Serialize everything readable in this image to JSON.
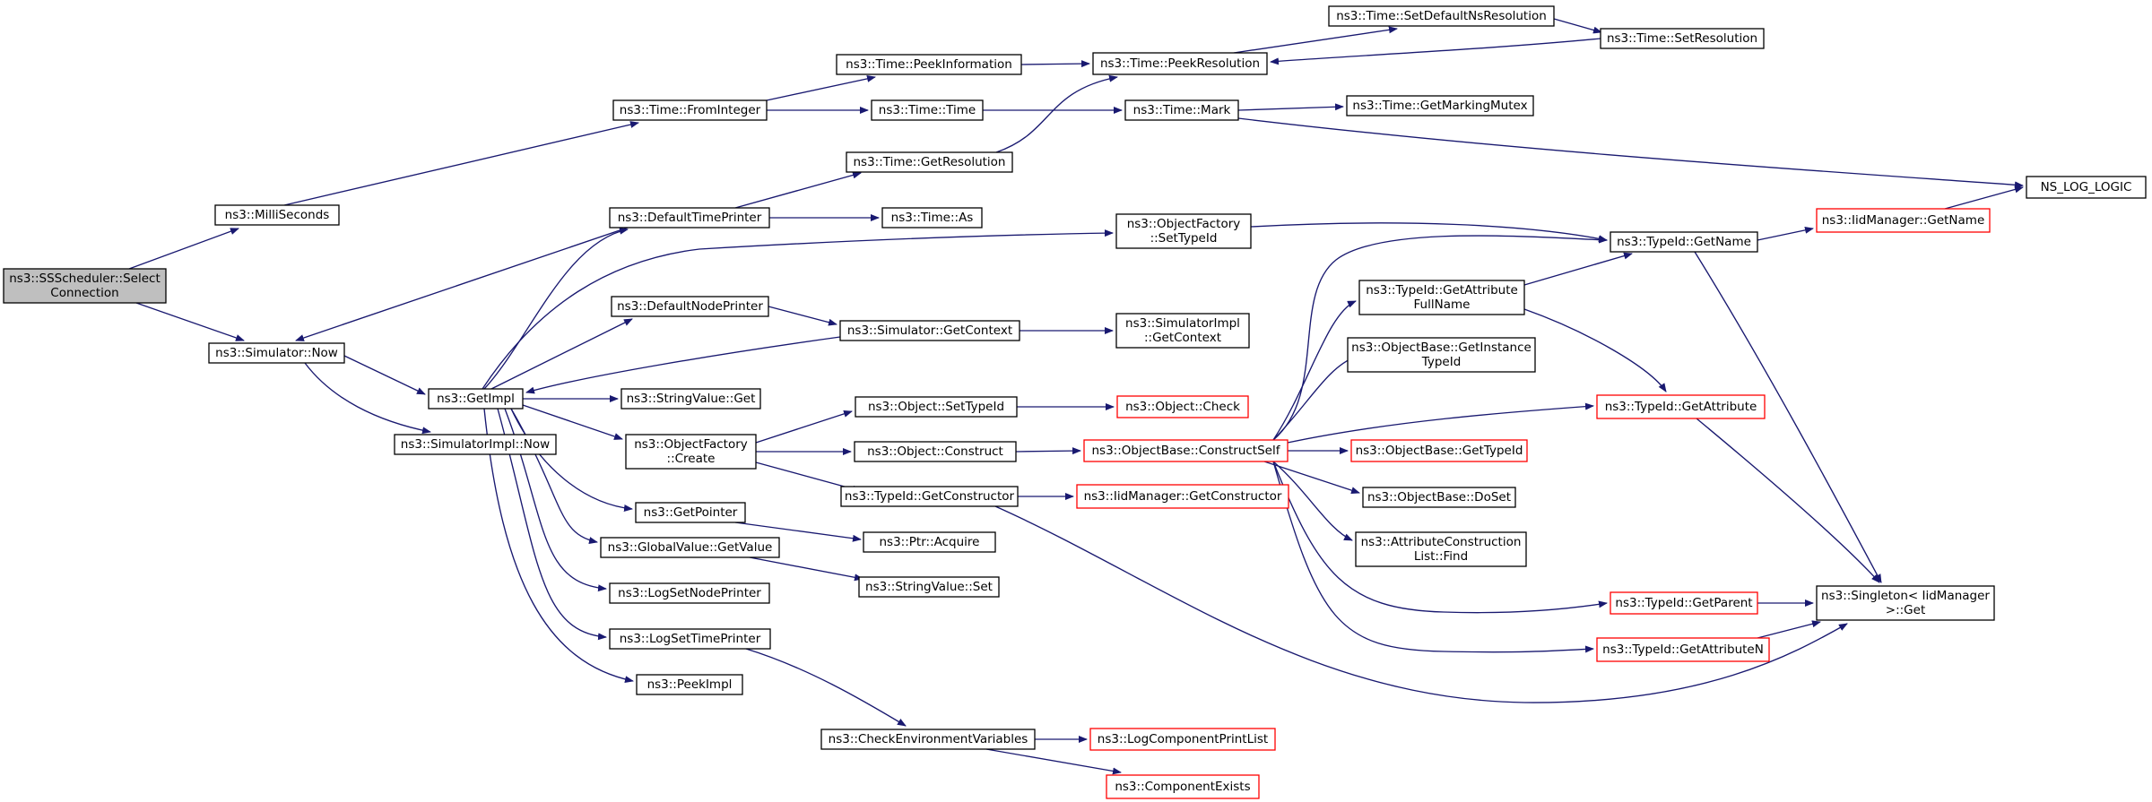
{
  "colors": {
    "edge": "#191970",
    "node_border": "#000000",
    "truncated_border": "#ff0000",
    "root_fill": "#bfbfbf",
    "node_fill": "#ffffff"
  },
  "nodes": {
    "root": {
      "lines": [
        "ns3::SSScheduler::Select",
        "Connection"
      ],
      "style": "root"
    },
    "milli": {
      "lines": [
        "ns3::MilliSeconds"
      ],
      "style": "normal"
    },
    "now": {
      "lines": [
        "ns3::Simulator::Now"
      ],
      "style": "normal"
    },
    "frominteger": {
      "lines": [
        "ns3::Time::FromInteger"
      ],
      "style": "normal"
    },
    "peekinfo": {
      "lines": [
        "ns3::Time::PeekInformation"
      ],
      "style": "normal"
    },
    "peekres": {
      "lines": [
        "ns3::Time::PeekResolution"
      ],
      "style": "normal"
    },
    "setdefns": {
      "lines": [
        "ns3::Time::SetDefaultNsResolution"
      ],
      "style": "normal"
    },
    "setres": {
      "lines": [
        "ns3::Time::SetResolution"
      ],
      "style": "normal"
    },
    "timetime": {
      "lines": [
        "ns3::Time::Time"
      ],
      "style": "normal"
    },
    "mark": {
      "lines": [
        "ns3::Time::Mark"
      ],
      "style": "normal"
    },
    "markmutex": {
      "lines": [
        "ns3::Time::GetMarkingMutex"
      ],
      "style": "normal"
    },
    "getres": {
      "lines": [
        "ns3::Time::GetResolution"
      ],
      "style": "normal"
    },
    "nslog": {
      "lines": [
        "NS_LOG_LOGIC"
      ],
      "style": "normal"
    },
    "deftimeprinter": {
      "lines": [
        "ns3::DefaultTimePrinter"
      ],
      "style": "normal"
    },
    "timeas": {
      "lines": [
        "ns3::Time::As"
      ],
      "style": "normal"
    },
    "ofsettypeid": {
      "lines": [
        "ns3::ObjectFactory",
        "::SetTypeId"
      ],
      "style": "normal"
    },
    "typeidgetname": {
      "lines": [
        "ns3::TypeId::GetName"
      ],
      "style": "normal"
    },
    "iidgetname": {
      "lines": [
        "ns3::IidManager::GetName"
      ],
      "style": "truncated"
    },
    "defnodeprinter": {
      "lines": [
        "ns3::DefaultNodePrinter"
      ],
      "style": "normal"
    },
    "simgetcontext": {
      "lines": [
        "ns3::Simulator::GetContext"
      ],
      "style": "normal"
    },
    "simimplgetcontext": {
      "lines": [
        "ns3::SimulatorImpl",
        "::GetContext"
      ],
      "style": "normal"
    },
    "getattrfullname": {
      "lines": [
        "ns3::TypeId::GetAttribute",
        "FullName"
      ],
      "style": "normal"
    },
    "getinstancetypeid": {
      "lines": [
        "ns3::ObjectBase::GetInstance",
        "TypeId"
      ],
      "style": "normal"
    },
    "getimpl": {
      "lines": [
        "ns3::GetImpl"
      ],
      "style": "normal"
    },
    "simimplnow": {
      "lines": [
        "ns3::SimulatorImpl::Now"
      ],
      "style": "normal"
    },
    "stringvalueget": {
      "lines": [
        "ns3::StringValue::Get"
      ],
      "style": "normal"
    },
    "objsettypeid": {
      "lines": [
        "ns3::Object::SetTypeId"
      ],
      "style": "normal"
    },
    "objcheck": {
      "lines": [
        "ns3::Object::Check"
      ],
      "style": "truncated"
    },
    "typeidgetattr": {
      "lines": [
        "ns3::TypeId::GetAttribute"
      ],
      "style": "truncated"
    },
    "ofcreate": {
      "lines": [
        "ns3::ObjectFactory",
        "::Create"
      ],
      "style": "normal"
    },
    "objconstruct": {
      "lines": [
        "ns3::Object::Construct"
      ],
      "style": "normal"
    },
    "constructself": {
      "lines": [
        "ns3::ObjectBase::ConstructSelf"
      ],
      "style": "truncated"
    },
    "obgettypeid": {
      "lines": [
        "ns3::ObjectBase::GetTypeId"
      ],
      "style": "truncated"
    },
    "getconstructor": {
      "lines": [
        "ns3::TypeId::GetConstructor"
      ],
      "style": "normal"
    },
    "iidgetconstructor": {
      "lines": [
        "ns3::IidManager::GetConstructor"
      ],
      "style": "truncated"
    },
    "doset": {
      "lines": [
        "ns3::ObjectBase::DoSet"
      ],
      "style": "normal"
    },
    "getpointer": {
      "lines": [
        "ns3::GetPointer"
      ],
      "style": "normal"
    },
    "ptracquire": {
      "lines": [
        "ns3::Ptr::Acquire"
      ],
      "style": "normal"
    },
    "attrconstrlist": {
      "lines": [
        "ns3::AttributeConstruction",
        "List::Find"
      ],
      "style": "normal"
    },
    "globalvalue": {
      "lines": [
        "ns3::GlobalValue::GetValue"
      ],
      "style": "normal"
    },
    "stringvalueset": {
      "lines": [
        "ns3::StringValue::Set"
      ],
      "style": "normal"
    },
    "singleton": {
      "lines": [
        "ns3::Singleton< IidManager",
        " >::Get"
      ],
      "style": "normal"
    },
    "typeidgetparent": {
      "lines": [
        "ns3::TypeId::GetParent"
      ],
      "style": "truncated"
    },
    "lognodeprinter": {
      "lines": [
        "ns3::LogSetNodePrinter"
      ],
      "style": "normal"
    },
    "typeidgetattrn": {
      "lines": [
        "ns3::TypeId::GetAttributeN"
      ],
      "style": "truncated"
    },
    "logtimeprinter": {
      "lines": [
        "ns3::LogSetTimePrinter"
      ],
      "style": "normal"
    },
    "peekimpl": {
      "lines": [
        "ns3::PeekImpl"
      ],
      "style": "normal"
    },
    "checkenv": {
      "lines": [
        "ns3::CheckEnvironmentVariables"
      ],
      "style": "normal"
    },
    "logcompprint": {
      "lines": [
        "ns3::LogComponentPrintList"
      ],
      "style": "truncated"
    },
    "compexists": {
      "lines": [
        "ns3::ComponentExists"
      ],
      "style": "truncated"
    }
  },
  "edges": [
    [
      "root",
      "milli"
    ],
    [
      "root",
      "now"
    ],
    [
      "milli",
      "frominteger"
    ],
    [
      "frominteger",
      "peekinfo"
    ],
    [
      "frominteger",
      "timetime"
    ],
    [
      "peekinfo",
      "peekres"
    ],
    [
      "peekres",
      "setdefns"
    ],
    [
      "setdefns",
      "setres"
    ],
    [
      "setres",
      "peekres"
    ],
    [
      "timetime",
      "mark"
    ],
    [
      "mark",
      "markmutex"
    ],
    [
      "mark",
      "nslog"
    ],
    [
      "getres",
      "peekres"
    ],
    [
      "deftimeprinter",
      "getres"
    ],
    [
      "deftimeprinter",
      "timeas"
    ],
    [
      "deftimeprinter",
      "now"
    ],
    [
      "now",
      "getimpl"
    ],
    [
      "now",
      "simimplnow"
    ],
    [
      "getimpl",
      "deftimeprinter"
    ],
    [
      "getimpl",
      "ofsettypeid"
    ],
    [
      "getimpl",
      "defnodeprinter"
    ],
    [
      "getimpl",
      "stringvalueget"
    ],
    [
      "getimpl",
      "ofcreate"
    ],
    [
      "getimpl",
      "getpointer"
    ],
    [
      "getimpl",
      "globalvalue"
    ],
    [
      "getimpl",
      "lognodeprinter"
    ],
    [
      "getimpl",
      "logtimeprinter"
    ],
    [
      "getimpl",
      "peekimpl"
    ],
    [
      "defnodeprinter",
      "simgetcontext"
    ],
    [
      "simgetcontext",
      "simimplgetcontext"
    ],
    [
      "simgetcontext",
      "getimpl"
    ],
    [
      "ofsettypeid",
      "typeidgetname"
    ],
    [
      "typeidgetname",
      "iidgetname"
    ],
    [
      "typeidgetname",
      "singleton"
    ],
    [
      "iidgetname",
      "nslog"
    ],
    [
      "getattrfullname",
      "typeidgetname"
    ],
    [
      "getattrfullname",
      "typeidgetattr"
    ],
    [
      "typeidgetattr",
      "singleton"
    ],
    [
      "ofcreate",
      "objsettypeid"
    ],
    [
      "ofcreate",
      "objconstruct"
    ],
    [
      "ofcreate",
      "getconstructor"
    ],
    [
      "objsettypeid",
      "objcheck"
    ],
    [
      "objconstruct",
      "constructself"
    ],
    [
      "constructself",
      "obgettypeid"
    ],
    [
      "constructself",
      "typeidgetname"
    ],
    [
      "constructself",
      "getattrfullname"
    ],
    [
      "constructself",
      "getinstancetypeid"
    ],
    [
      "constructself",
      "typeidgetattr"
    ],
    [
      "constructself",
      "doset"
    ],
    [
      "constructself",
      "attrconstrlist"
    ],
    [
      "constructself",
      "typeidgetparent"
    ],
    [
      "constructself",
      "typeidgetattrn"
    ],
    [
      "getconstructor",
      "iidgetconstructor"
    ],
    [
      "getconstructor",
      "singleton"
    ],
    [
      "getpointer",
      "ptracquire"
    ],
    [
      "globalvalue",
      "stringvalueset"
    ],
    [
      "typeidgetparent",
      "singleton"
    ],
    [
      "typeidgetattrn",
      "singleton"
    ],
    [
      "logtimeprinter",
      "checkenv"
    ],
    [
      "checkenv",
      "logcompprint"
    ],
    [
      "checkenv",
      "compexists"
    ]
  ]
}
